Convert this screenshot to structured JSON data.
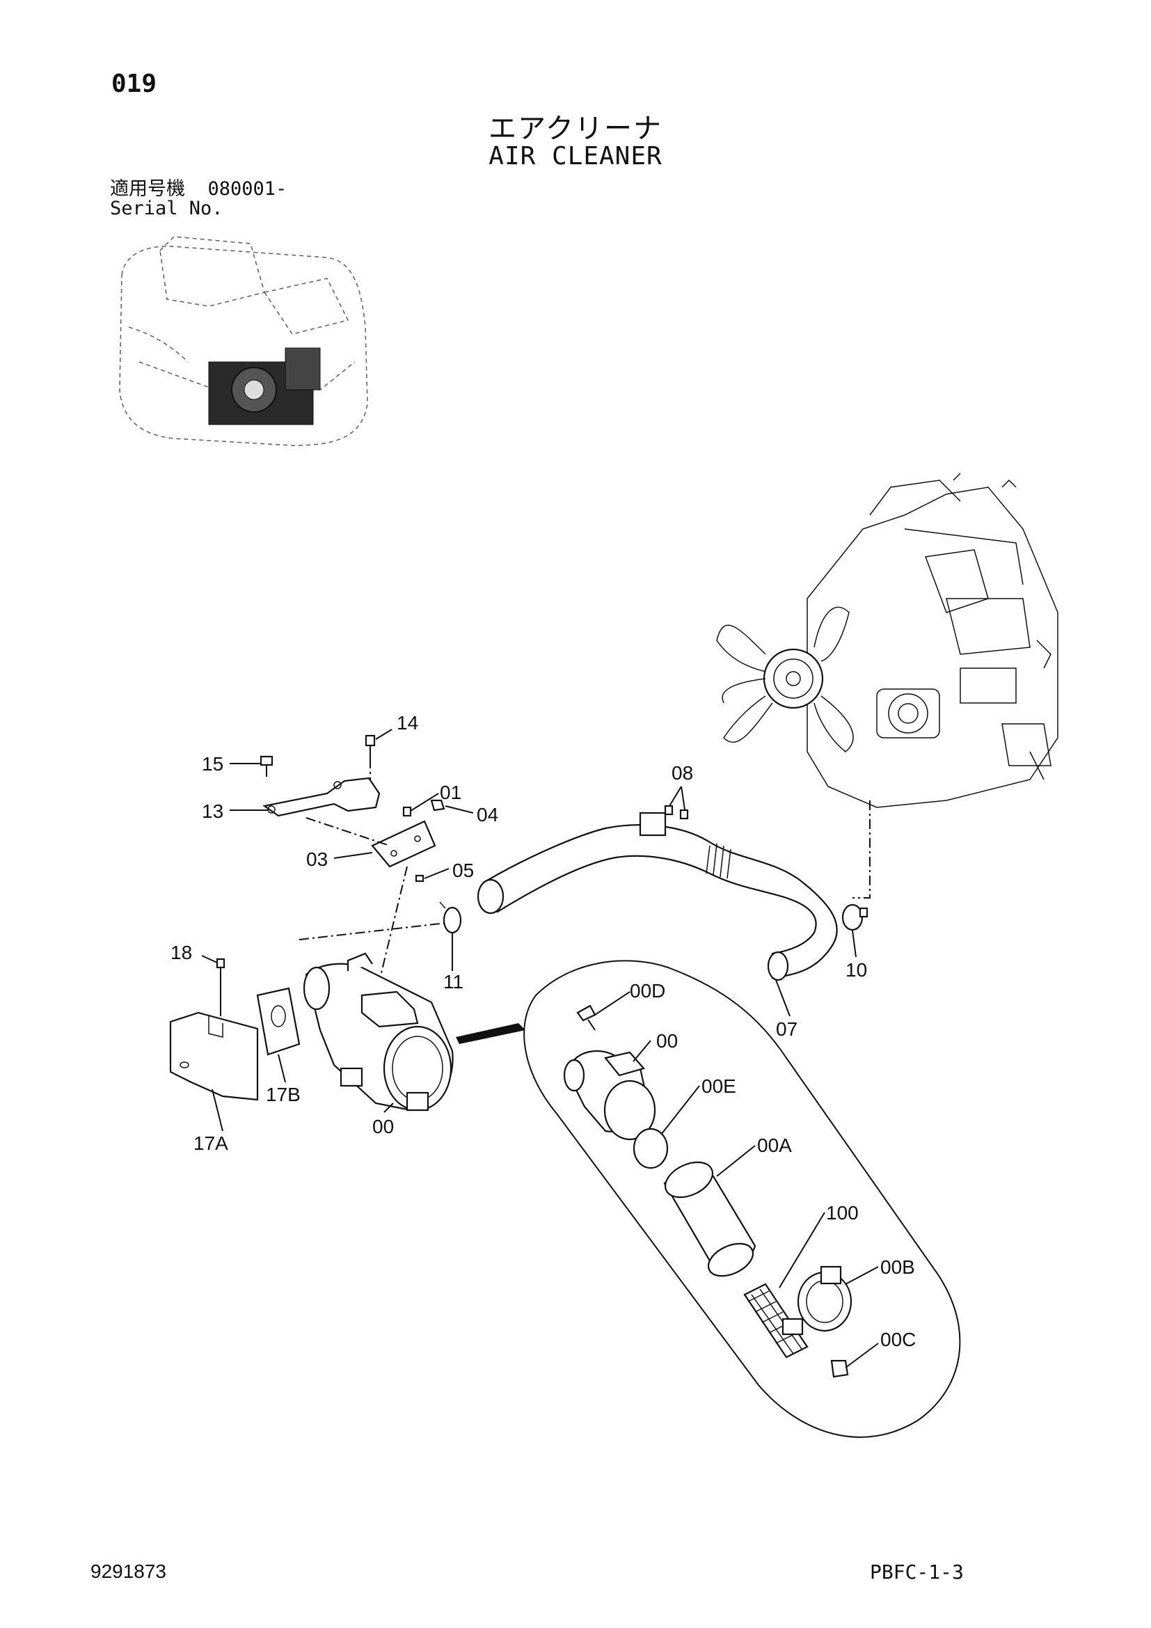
{
  "page": {
    "number": "019",
    "title_jp": "エアクリーナ",
    "title_en": "AIR CLEANER",
    "serial_label_jp": "適用号機",
    "serial_range": "080001-",
    "serial_label_en": "Serial No.",
    "document_number": "9291873",
    "page_code": "PBFC-1-3"
  },
  "callouts": [
    {
      "id": "14",
      "label": "14"
    },
    {
      "id": "15",
      "label": "15"
    },
    {
      "id": "13",
      "label": "13"
    },
    {
      "id": "01",
      "label": "01"
    },
    {
      "id": "04",
      "label": "04"
    },
    {
      "id": "03",
      "label": "03"
    },
    {
      "id": "05",
      "label": "05"
    },
    {
      "id": "08",
      "label": "08"
    },
    {
      "id": "11",
      "label": "11"
    },
    {
      "id": "10",
      "label": "10"
    },
    {
      "id": "07",
      "label": "07"
    },
    {
      "id": "18",
      "label": "18"
    },
    {
      "id": "17B",
      "label": "17B"
    },
    {
      "id": "17A",
      "label": "17A"
    },
    {
      "id": "00",
      "label": "00"
    },
    {
      "id": "00D",
      "label": "00D"
    },
    {
      "id": "00-detail",
      "label": "00"
    },
    {
      "id": "00E",
      "label": "00E"
    },
    {
      "id": "00A",
      "label": "00A"
    },
    {
      "id": "100",
      "label": "100"
    },
    {
      "id": "00B",
      "label": "00B"
    },
    {
      "id": "00C",
      "label": "00C"
    }
  ]
}
